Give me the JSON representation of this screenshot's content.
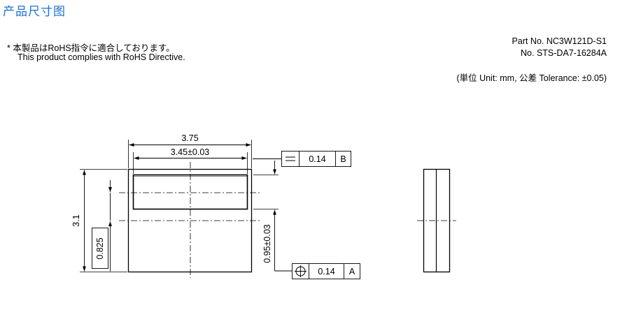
{
  "header": {
    "title": "产品尺寸图",
    "rohs_note_jp": "* 本製品はRoHS指令に適合しております。",
    "rohs_note_en": "This product complies with RoHS Directive.",
    "part_number": "Part No. NC3W121D-S1",
    "doc_number": "No. STS-DA7-16284A",
    "units_note": "(単位 Unit: mm, 公差 Tolerance: ±0.05)"
  },
  "dimensions": {
    "width_overall": "3.75",
    "width_window": "3.45±0.03",
    "height_overall": "3.1",
    "offset_window": "0.825",
    "height_window": "0.95±0.03"
  },
  "tolerance_frames": {
    "parallelism": {
      "value": "0.14",
      "datum": "B"
    },
    "position": {
      "value": "0.14",
      "datum": "A"
    }
  }
}
